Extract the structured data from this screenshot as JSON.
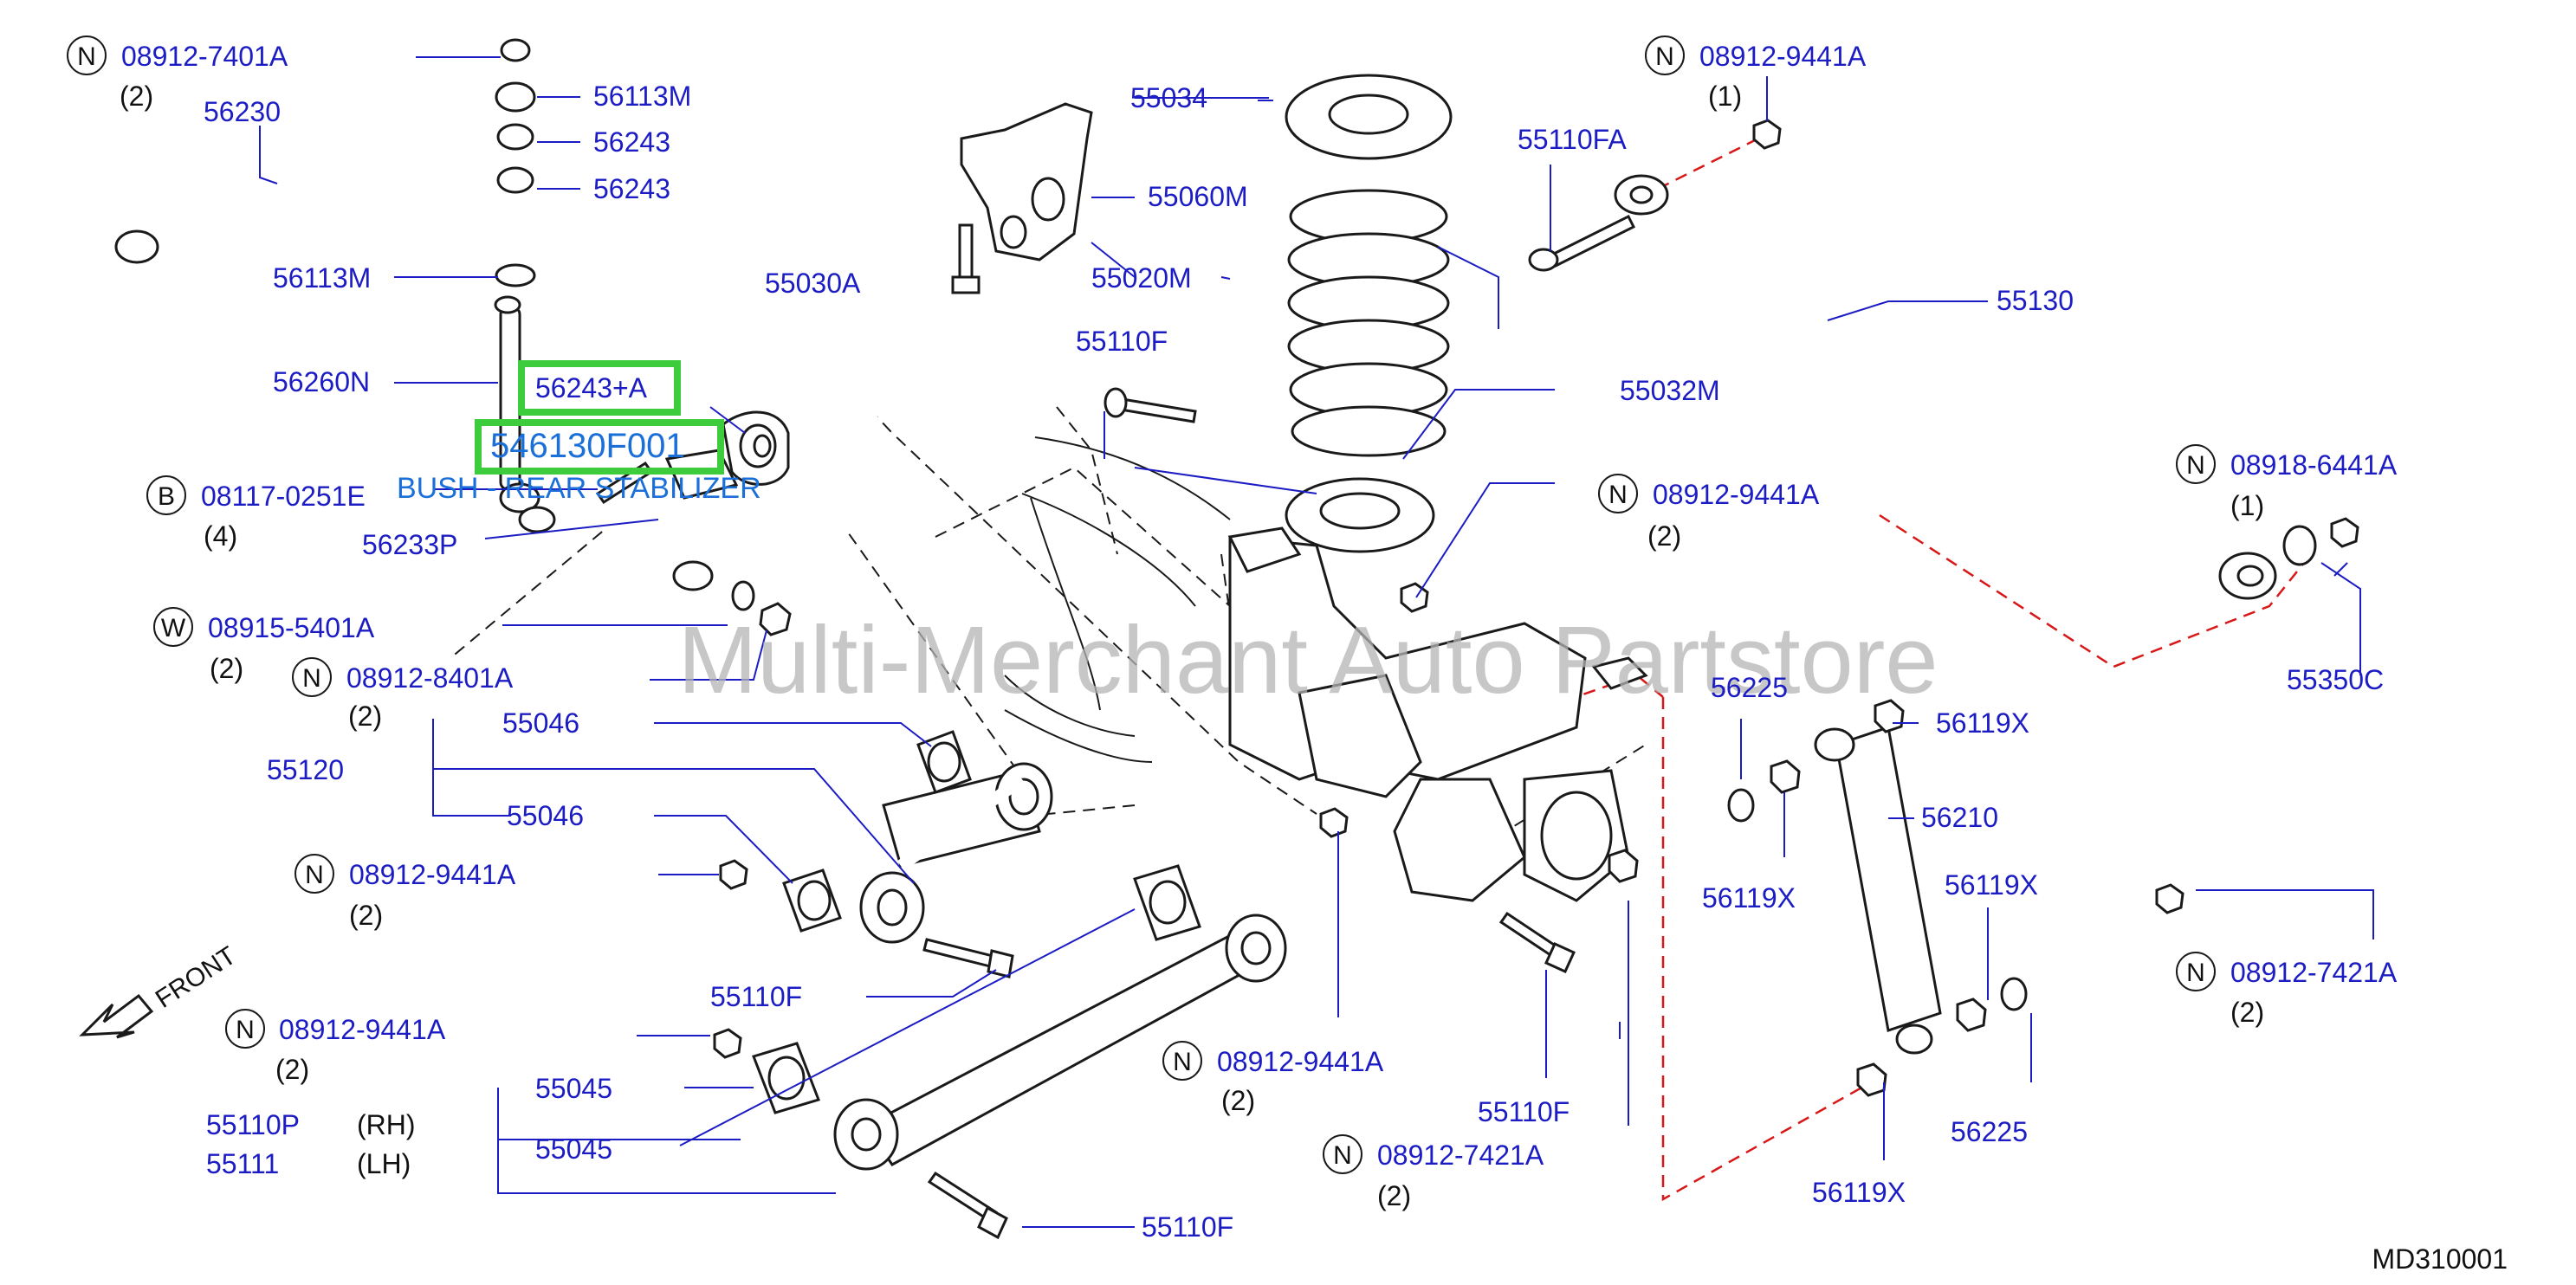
{
  "watermark": "Multi-Merchant Auto Partstore",
  "diagram_code": "MD310001",
  "front_label": "FRONT",
  "highlight": {
    "part_number": "56243+A",
    "oem_number": "546130F001",
    "description": "BUSH - REAR STABILIZER",
    "box_color": "#3ccc3c"
  },
  "colors": {
    "label": "#1c1cc4",
    "highlight_text": "#1a6fd8",
    "red_dash": "#d81818"
  },
  "labels": {
    "n_08912_7401A": "08912-7401A",
    "q1": "(2)",
    "p56230": "56230",
    "p56113M_a": "56113M",
    "p56243_a": "56243",
    "p56243_b": "56243",
    "p56113M_b": "56113M",
    "p56260N": "56260N",
    "b_08117_0251E": "08117-0251E",
    "q2": "(4)",
    "p56233P": "56233P",
    "w_08915_5401A": "08915-5401A",
    "q3": "(2)",
    "n_08912_8401A": "08912-8401A",
    "q4": "(2)",
    "p55046_a": "55046",
    "p55120": "55120",
    "p55046_b": "55046",
    "n_08912_9441A_a": "08912-9441A",
    "q5": "(2)",
    "n_08912_9441A_b": "08912-9441A",
    "q6": "(2)",
    "p55045_a": "55045",
    "p55045_b": "55045",
    "p55110P": "55110P",
    "rh": "(RH)",
    "p55111": "55111",
    "lh": "(LH)",
    "p55110F_a": "55110F",
    "p55110F_b": "55110F",
    "p55034": "55034",
    "p55060M": "55060M",
    "p55030A": "55030A",
    "p55020M": "55020M",
    "p55110F_c": "55110F",
    "p55032M": "55032M",
    "n_08912_9441A_c": "08912-9441A",
    "q7": "(2)",
    "n_08912_9441A_d": "08912-9441A",
    "q8": "(2)",
    "p55110F_d": "55110F",
    "n_08912_7421A_a": "08912-7421A",
    "q9": "(2)",
    "n_08912_9441A_e": "08912-9441A",
    "q10": "(1)",
    "p55110FA": "55110FA",
    "p55130": "55130",
    "n_08918_6441A": "08918-6441A",
    "q11": "(1)",
    "p55350C": "55350C",
    "p56225_a": "56225",
    "p56119X_a": "56119X",
    "p56210": "56210",
    "p56119X_b": "56119X",
    "p56119X_c": "56119X",
    "p56225_b": "56225",
    "p56119X_d": "56119X",
    "n_08912_7421A_b": "08912-7421A",
    "q12": "(2)"
  },
  "prefix": {
    "n": "N",
    "b": "B",
    "w": "W"
  }
}
